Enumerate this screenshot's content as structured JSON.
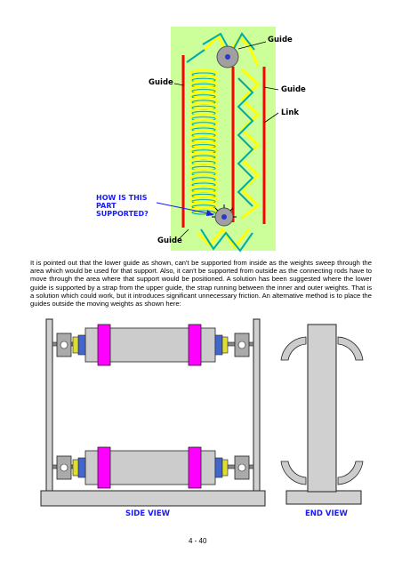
{
  "figure_top": {
    "labels": {
      "guide_top": "Guide",
      "guide_left": "Guide",
      "guide_right": "Guide",
      "link": "Link",
      "question": "HOW IS THIS PART\nSUPPORTED?",
      "guide_bottom": "Guide"
    },
    "colors": {
      "background": "#ccff99",
      "guide_rod": "#ff0000",
      "link_yellow": "#ffff00",
      "link_teal": "#00aaaa",
      "hub": "#a0a0a0",
      "hub_center": "#3333cc",
      "question_text": "#1a1aff"
    }
  },
  "paragraph": "It is pointed out that the lower guide as shown, can't be supported from inside as the weights sweep through the area which would be used for that support.  Also, it can't be supported from outside as the connecting rods have to move through the area where that support would be positioned.  A solution has been suggested where the lower guide is supported by a strap from the upper guide, the strap running between the inner and outer weights. That is a solution which could work, but it introduces significant unnecessary friction.  An alternative method is to place the guides outside the moving weights as shown here:",
  "figure_bottom": {
    "side_view_label": "SIDE VIEW",
    "end_view_label": "END VIEW",
    "colors": {
      "frame": "#d0d0d0",
      "weight": "#cccccc",
      "collar": "#ff00ff",
      "bearing_blue": "#4466cc",
      "bearing_yellow": "#dddd33",
      "label": "#1a1aff"
    }
  },
  "page_number": "4 - 40"
}
